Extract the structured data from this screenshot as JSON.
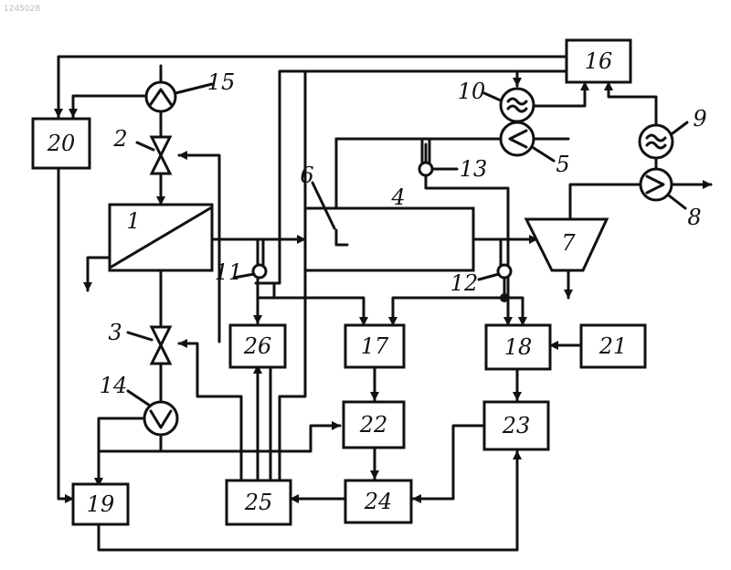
{
  "watermark": "1245028",
  "labels": {
    "b1": "1",
    "b4": "4",
    "b7": "7",
    "b16": "16",
    "b17": "17",
    "b18": "18",
    "b19": "19",
    "b20": "20",
    "b21": "21",
    "b22": "22",
    "b23": "23",
    "b24": "24",
    "b25": "25",
    "b26": "26",
    "c2": "2",
    "c3": "3",
    "c5": "5",
    "c6": "6",
    "c8": "8",
    "c9": "9",
    "c10": "10",
    "c11": "11",
    "c12": "12",
    "c13": "13",
    "c14": "14",
    "c15": "15"
  },
  "icons": {
    "pump": "circle-with-chevron",
    "generator": "circle-with-tilde",
    "valve": "bowtie",
    "sensor": "small-circle"
  }
}
